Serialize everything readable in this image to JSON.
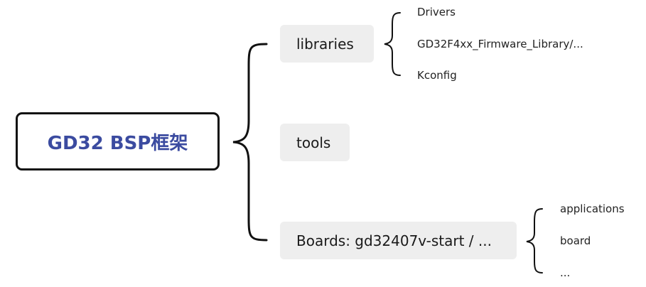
{
  "mindmap": {
    "root": {
      "label": "GD32 BSP框架",
      "color": "#3b4ba0"
    },
    "branches": [
      {
        "label": "libraries",
        "children": [
          "Drivers",
          "GD32F4xx_Firmware_Library/...",
          "Kconfig"
        ]
      },
      {
        "label": "tools",
        "children": []
      },
      {
        "label": "Boards: gd32407v-start / ...",
        "children": [
          "applications",
          "board",
          "..."
        ]
      }
    ],
    "branch_fill": "#eeeeee",
    "line_color": "#111111"
  }
}
